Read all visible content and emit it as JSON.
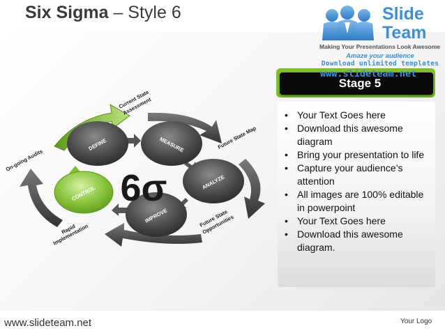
{
  "header": {
    "title_main": "Six Sigma",
    "title_rest": "– Style 6"
  },
  "logo": {
    "brand_top": "Slide",
    "brand_bottom": "Team",
    "tagline": "Making Your Presentations Look Awesome",
    "promo_line1": "Amaze your audience",
    "promo_line2": "Download unlimited templates",
    "promo_url": "www.slideteam.net"
  },
  "stage": {
    "label": "Stage 5",
    "accent_color": "#7fbf2a"
  },
  "bullets": [
    "Your Text Goes here",
    "Download this awesome diagram",
    "Bring your presentation to life",
    "Capture your audience’s attention",
    "All images are 100% editable in powerpoint",
    "Your Text Goes here",
    "Download this awesome diagram."
  ],
  "diagram": {
    "center_glyph": "6σ",
    "nodes": [
      "DEFINE",
      "MEASURE",
      "ANALYZE",
      "IMPROVE",
      "CONTROL"
    ],
    "highlighted_node": "CONTROL",
    "arc_labels": {
      "current_state_1": "Current State",
      "current_state_2": "Assessment",
      "future_map": "Future State Map",
      "future_opp_1": "Future State",
      "future_opp_2": "Opportunities",
      "rapid_1": "Rapid",
      "rapid_2": "Implementation",
      "ongoing": "On-going Audits"
    },
    "colors": {
      "dark_node": "#4a4a4a",
      "green": "#8cc63f",
      "dark_arrow": "#555555"
    }
  },
  "footer": {
    "url": "www.slideteam.net",
    "logo_placeholder": "Your Logo"
  }
}
